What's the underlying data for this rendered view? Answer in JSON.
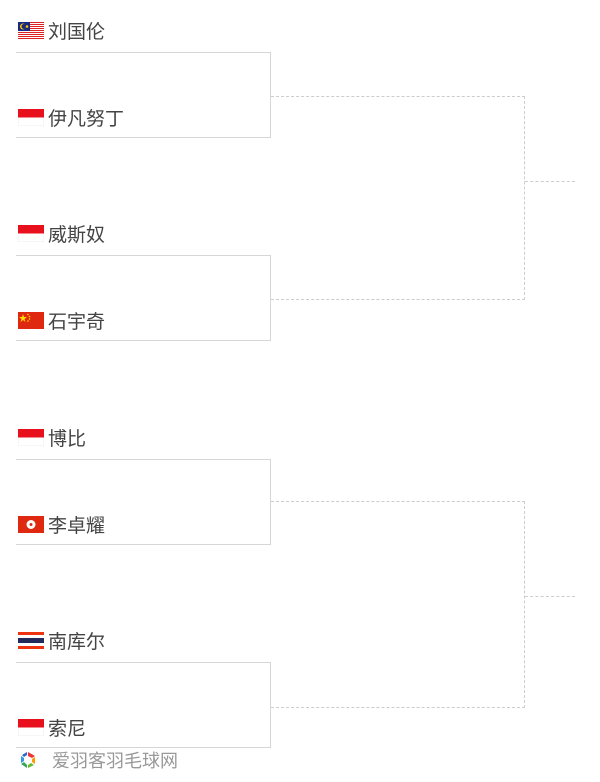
{
  "matches": [
    {
      "top": {
        "name": "刘国伦",
        "flag": "malaysia-flag"
      },
      "bottom": {
        "name": "伊凡努丁",
        "flag": "indonesia-flag"
      }
    },
    {
      "top": {
        "name": "威斯奴",
        "flag": "indonesia-flag"
      },
      "bottom": {
        "name": "石宇奇",
        "flag": "china-flag"
      }
    },
    {
      "top": {
        "name": "博比",
        "flag": "indonesia-flag"
      },
      "bottom": {
        "name": "李卓耀",
        "flag": "hong-kong-flag"
      }
    },
    {
      "top": {
        "name": "南库尔",
        "flag": "thailand-flag"
      },
      "bottom": {
        "name": "索尼",
        "flag": "indonesia-flag"
      }
    }
  ],
  "watermark": "爱羽客羽毛球网",
  "colors": {
    "line": "#d6d6d6",
    "text": "#444444"
  }
}
